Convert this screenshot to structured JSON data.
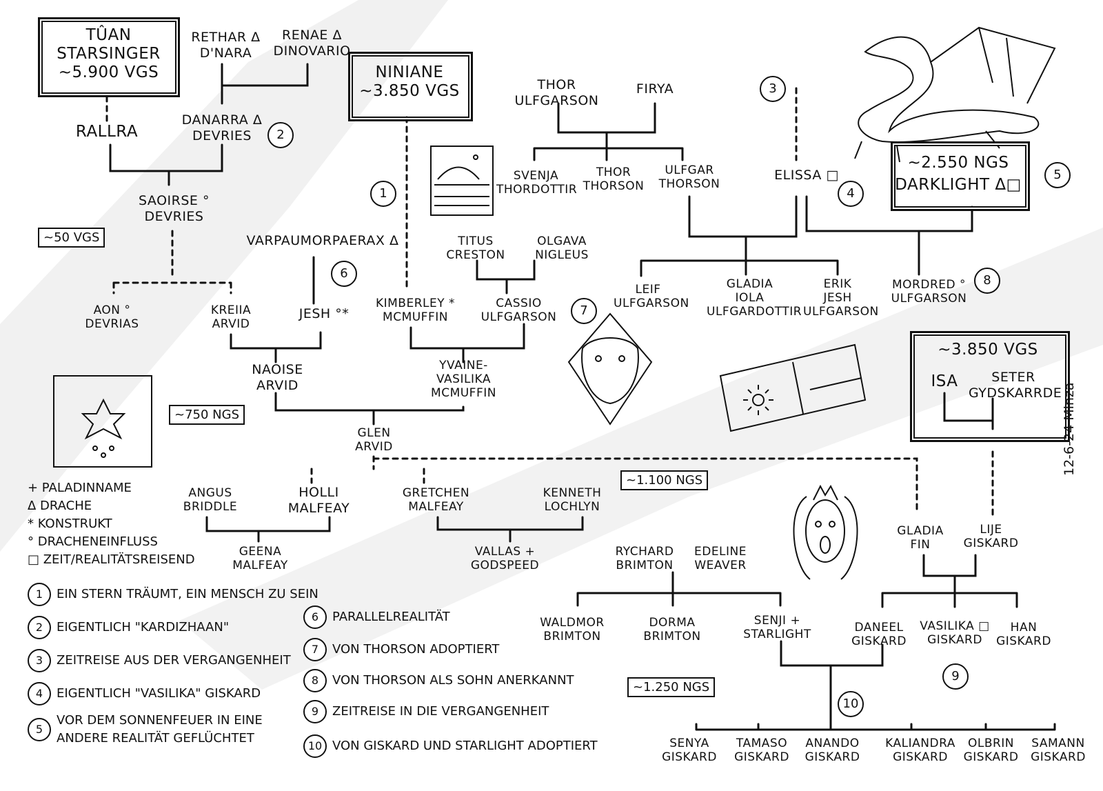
{
  "persons": {
    "tuan": "Tûan\nStarsinger\n~5.900 VGS",
    "rethar": "Rethar Δ\nD'Nara",
    "renae": "Renae Δ\nDinovario",
    "niniane": "Niniane\n~3.850 VGS",
    "thor_ulfgarson": "Thor\nUlfgarson",
    "firya": "Firya",
    "rallra": "Rallra",
    "danarra": "Danarra Δ\nDevries",
    "svenja": "Svenja\nThordottir",
    "thor_thorson": "Thor\nThorson",
    "ulfgar": "Ulfgar\nThorson",
    "elissa": "Elissa □",
    "darklight": "~2.550 NGS\nDarklight Δ□",
    "saoirse": "Saoirse °\nDevries",
    "varpa": "Varpaumorpaerax Δ",
    "titus": "Titus\nCreston",
    "olgava": "Olgava\nNigleus",
    "leif": "Leif\nUlfgarson",
    "gladia_iola": "Gladia\nIola\nUlfgardottir",
    "erik": "Erik\nJesh\nUlfgarson",
    "mordred": "Mordred °\nUlfgarson",
    "aon": "Aon °\nDevrias",
    "kreiia": "Kreiia\nArvid",
    "jesh": "Jesh °*",
    "kimberley": "Kimberley *\nMcMuffin",
    "cassio": "Cassio\nUlfgarson",
    "isa_box_era": "~3.850 VGS",
    "isa": "Isa",
    "seter": "Seter\nGydskarrde",
    "naoise": "Naoise\nArvid",
    "yvaine": "Yvaine-\nVasilika\nMcMuffin",
    "glen": "Glen\nArvid",
    "angus": "Angus\nBriddle",
    "holli": "Holli\nMalfeay",
    "gretchen": "Gretchen\nMalfeay",
    "kenneth": "Kenneth\nLochlyn",
    "geena": "Geena\nMalfeay",
    "vallas": "Vallas +\nGodspeed",
    "rychard": "Rychard\nBrimton",
    "edeline": "Edeline\nWeaver",
    "gladia_fin": "Gladia\nFin",
    "lije": "Lije\nGiskard",
    "waldmor": "Waldmor\nBrimton",
    "dorma": "Dorma\nBrimton",
    "senji": "Senji +\nStarlight",
    "daneel": "Daneel\nGiskard",
    "vasilika": "Vasilika □\nGiskard",
    "han": "Han\nGiskard",
    "senya": "Senya\nGiskard",
    "tamaso": "Tamaso\nGiskard",
    "anando": "Anando\nGiskard",
    "kaliandra": "Kaliandra\nGiskard",
    "olbrin": "Olbrin\nGiskard",
    "samann": "Samann\nGiskard"
  },
  "eras": {
    "e50": "~50 VGS",
    "e750": "~750 NGS",
    "e1100": "~1.100 NGS",
    "e1250": "~1.250 NGS"
  },
  "markers": {
    "m1": "1",
    "m2": "2",
    "m3": "3",
    "m4": "4",
    "m5": "5",
    "m6": "6",
    "m7": "7",
    "m8": "8",
    "m9": "9",
    "m10": "10"
  },
  "legend": [
    "+ Paladinname",
    "Δ Drache",
    "* Konstrukt",
    "° Dracheneinfluss",
    "□ Zeit/Realitätsreisend"
  ],
  "notes": [
    {
      "num": "1",
      "text": "Ein Stern träumt, ein Mensch zu sein"
    },
    {
      "num": "2",
      "text": "Eigentlich \"Kardizhaan\""
    },
    {
      "num": "3",
      "text": "Zeitreise aus der Vergangenheit"
    },
    {
      "num": "4",
      "text": "Eigentlich \"Vasilika\" Giskard"
    },
    {
      "num": "5",
      "text": "Vor dem Sonnenfeuer in eine\nandere Realität geflüchtet"
    },
    {
      "num": "6",
      "text": "Parallelrealität"
    },
    {
      "num": "7",
      "text": "Von Thorson adoptiert"
    },
    {
      "num": "8",
      "text": "Von Thorson als Sohn anerkannt"
    },
    {
      "num": "9",
      "text": "Zeitreise in die Vergangenheit"
    },
    {
      "num": "10",
      "text": "Von Giskard und Starlight adoptiert"
    }
  ],
  "signature": "12-6-24 Minza"
}
